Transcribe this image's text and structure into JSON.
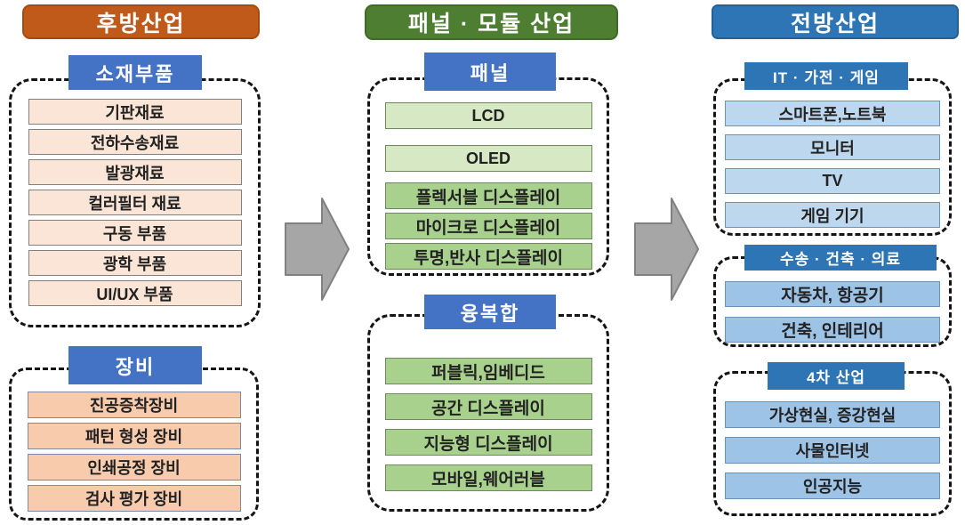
{
  "columns": [
    {
      "title": "후방산업",
      "groups": [
        {
          "title": "소재부품",
          "items": [
            "기판재료",
            "전하수송재료",
            "발광재료",
            "컬러필터 재료",
            "구동 부품",
            "광학 부품",
            "UI/UX 부품"
          ]
        },
        {
          "title": "장비",
          "items": [
            "진공증착장비",
            "패턴 형성 장비",
            "인쇄공정 장비",
            "검사 평가 장비"
          ]
        }
      ]
    },
    {
      "title": "패널 · 모듈 산업",
      "groups": [
        {
          "title": "패널",
          "items": [
            "LCD",
            "OLED",
            "플렉서블 디스플레이",
            "마이크로 디스플레이",
            "투명,반사 디스플레이"
          ]
        },
        {
          "title": "융복합",
          "items": [
            "퍼블릭,임베디드",
            "공간 디스플레이",
            "지능형 디스플레이",
            "모바일,웨어러블"
          ]
        }
      ]
    },
    {
      "title": "전방산업",
      "groups": [
        {
          "title": "IT · 가전 · 게임",
          "items": [
            "스마트폰,노트북",
            "모니터",
            "TV",
            "게임 기기"
          ]
        },
        {
          "title": "수송 · 건축 · 의료",
          "items": [
            "자동차, 항공기",
            "건축, 인테리어"
          ]
        },
        {
          "title": "4차 산업",
          "items": [
            "가상현실, 증강현실",
            "사물인터넷",
            "인공지능"
          ]
        }
      ]
    }
  ],
  "colors": {
    "backward_header": "#c05a1a",
    "panel_module_header": "#4e7e32",
    "forward_header": "#2e75b6",
    "group_header_left": "#4472c4",
    "group_header_right": "#2e75b6",
    "material_item": "#fbe5d6",
    "equipment_item": "#f8cbad",
    "panel_item_light": "#d6e8c4",
    "panel_item_deep": "#a9d18e",
    "it_item": "#bdd7ee",
    "application_item": "#9dc3e6",
    "arrow_fill": "#a6a6a6",
    "arrow_stroke": "#808080"
  }
}
